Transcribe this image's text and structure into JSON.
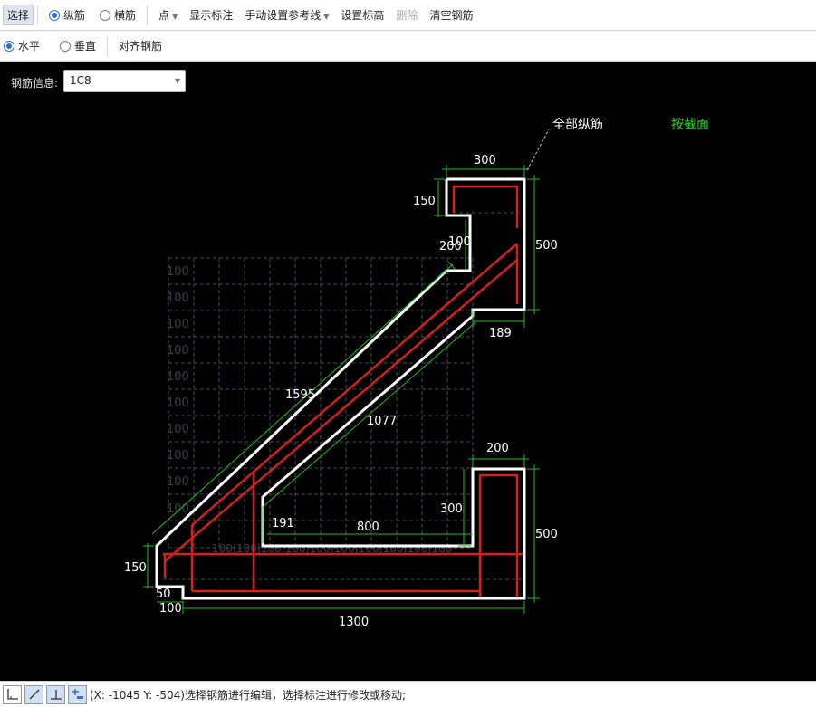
{
  "toolbar1": {
    "select": "选择",
    "longitudinal": "纵筋",
    "transverse": "横筋",
    "point": "点",
    "show_dim": "显示标注",
    "manual_ref": "手动设置参考线",
    "set_elev": "设置标高",
    "delete": "删除",
    "clear": "清空钢筋"
  },
  "toolbar2": {
    "horizontal": "水平",
    "vertical": "垂直",
    "align": "对齐钢筋"
  },
  "rebar_info": {
    "label": "钢筋信息:",
    "value": "1C8"
  },
  "drawing": {
    "all_long_label": "全部纵筋",
    "by_section_label": "按截面",
    "dims": {
      "d300_top": "300",
      "d150_top": "150",
      "d100": "100",
      "d200_top": "200",
      "d500_top": "500",
      "d189": "189",
      "d1595": "1595",
      "d1077": "1077",
      "d200_low": "200",
      "d300_low": "300",
      "d500_low": "500",
      "d191": "191",
      "d800": "800",
      "d150_left": "150",
      "d50": "50",
      "d100_bottom": "100",
      "d1300": "1300"
    },
    "grid_labels": [
      "100",
      "100",
      "100",
      "100",
      "100",
      "100",
      "100",
      "100",
      "100",
      "100"
    ],
    "grid_bottom": "100|100|100|100|100|100|100|100|100|100"
  },
  "status": {
    "text": "(X: -1045 Y: -504)选择钢筋进行编辑，选择标注进行修改或移动;",
    "icons": [
      "corner-icon",
      "diagonal-icon",
      "perpendicular-icon",
      "add-dim-icon"
    ]
  },
  "colors": {
    "rebar": "#d02020",
    "outline": "#ffffff",
    "dim": "#22bb22",
    "by_section": "#22dd22",
    "grid": "#555566"
  }
}
